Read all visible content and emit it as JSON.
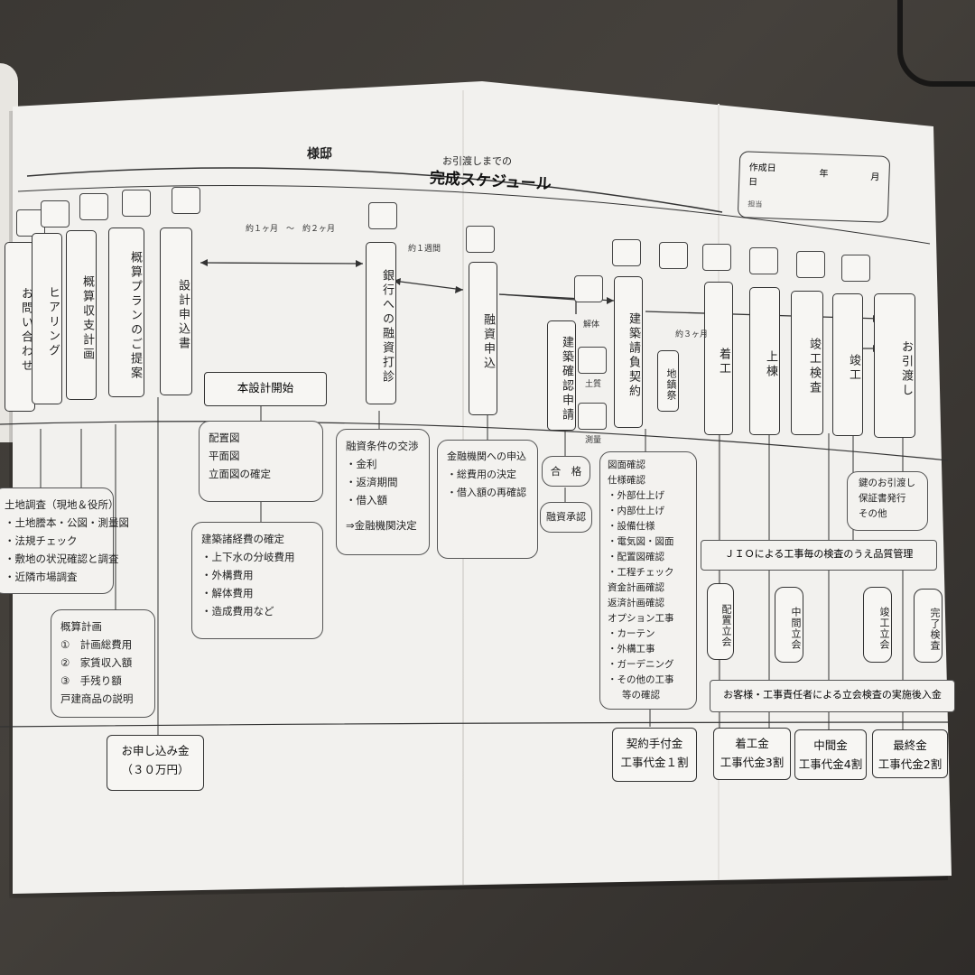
{
  "header": {
    "sama": "様邸",
    "subtitle": "お引渡しまでの",
    "title": "完成スケジュール",
    "created_label": "作成日",
    "year_label": "年",
    "month_label": "月",
    "day_label": "日",
    "tanto_label": "担当"
  },
  "steps": {
    "inquiry": "お問い合わせ",
    "hearing": "ヒアリング",
    "budget": "概算収支計画",
    "plan": "概算プランのご提案",
    "design": "設計申込書",
    "bank_neg": "銀行への融資打診",
    "loan": "融資申込",
    "permit": "建築確認申請",
    "contract": "建築請負契約",
    "start": "着工",
    "frame": "上棟",
    "inspect": "竣工検査",
    "complete": "竣工",
    "handover": "お引渡し",
    "jichinsai": "地鎮祭",
    "demolition": "解体",
    "survey": "測量",
    "soil": "土質"
  },
  "timing": {
    "t1": "約１ヶ月　～　約２ヶ月",
    "t2": "約１週間",
    "t3": "約３ヶ月"
  },
  "boxes": {
    "design_start": "本設計開始",
    "survey_box": [
      "土地調査（現地＆役所）",
      "・土地謄本・公図・測量図",
      "・法規チェック",
      "・敷地の状況確認と調査",
      "・近隣市場調査"
    ],
    "budget_box": [
      "概算計画",
      "①　計画総費用",
      "②　家賃収入額",
      "③　手残り額",
      "戸建商品の説明"
    ],
    "drawings": [
      "配置図",
      "平面図",
      "立面図の確定"
    ],
    "costs": [
      "建築諸経費の確定",
      "・上下水の分岐費用",
      "・外構費用",
      "・解体費用",
      "・造成費用など"
    ],
    "loan_terms": [
      "融資条件の交渉",
      "・金利",
      "・返済期間",
      "・借入額",
      "⇒金融機関決定"
    ],
    "bank_apply": [
      "金融機関への申込",
      "・総費用の決定",
      "・借入額の再確認"
    ],
    "pass": "合　格",
    "loan_ok": "融資承認",
    "drawing_check": [
      "図面確認",
      "仕様確認",
      "・外部仕上げ",
      "・内部仕上げ",
      "・設備仕様",
      "・電気図・図面",
      "・配置図確認",
      "・工程チェック",
      "資金計画確認",
      "返済計画確認",
      "オプション工事",
      "・カーテン",
      "・外構工事",
      "・ガーデニング",
      "・その他の工事",
      "等の確認"
    ],
    "keys": [
      "鍵のお引渡し",
      "保証書発行",
      "その他"
    ],
    "jio": "ＪＩＯによる工事毎の検査のうえ品質管理",
    "placement": "配置立会",
    "midway": "中間立会",
    "final_walk": "竣工立会",
    "final_inspect": "完了検査",
    "client_note": "お客様・工事責任者による立会検査の実施後入金"
  },
  "payments": {
    "apply": [
      "お申し込み金",
      "（３０万円）"
    ],
    "deposit": [
      "契約手付金",
      "工事代金１割"
    ],
    "start_pay": [
      "着工金",
      "工事代金3割"
    ],
    "mid_pay": [
      "中間金",
      "工事代金4割"
    ],
    "final_pay": [
      "最終金",
      "工事代金2割"
    ]
  }
}
